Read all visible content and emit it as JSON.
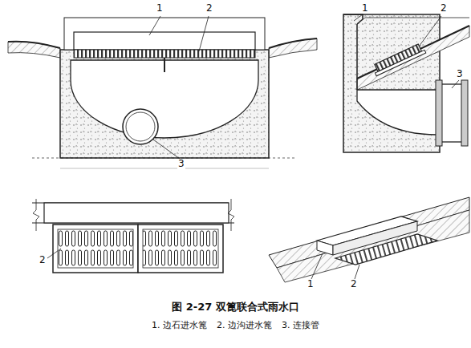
{
  "diagram": {
    "caption": "图 2-27 双篦联合式雨水口",
    "labels": [
      "1",
      "2",
      "3",
      "1",
      "2",
      "3",
      "2",
      "1",
      "2",
      "1. 边石进水篦",
      "2. 边沟进水篦",
      "3. 连接管"
    ]
  }
}
